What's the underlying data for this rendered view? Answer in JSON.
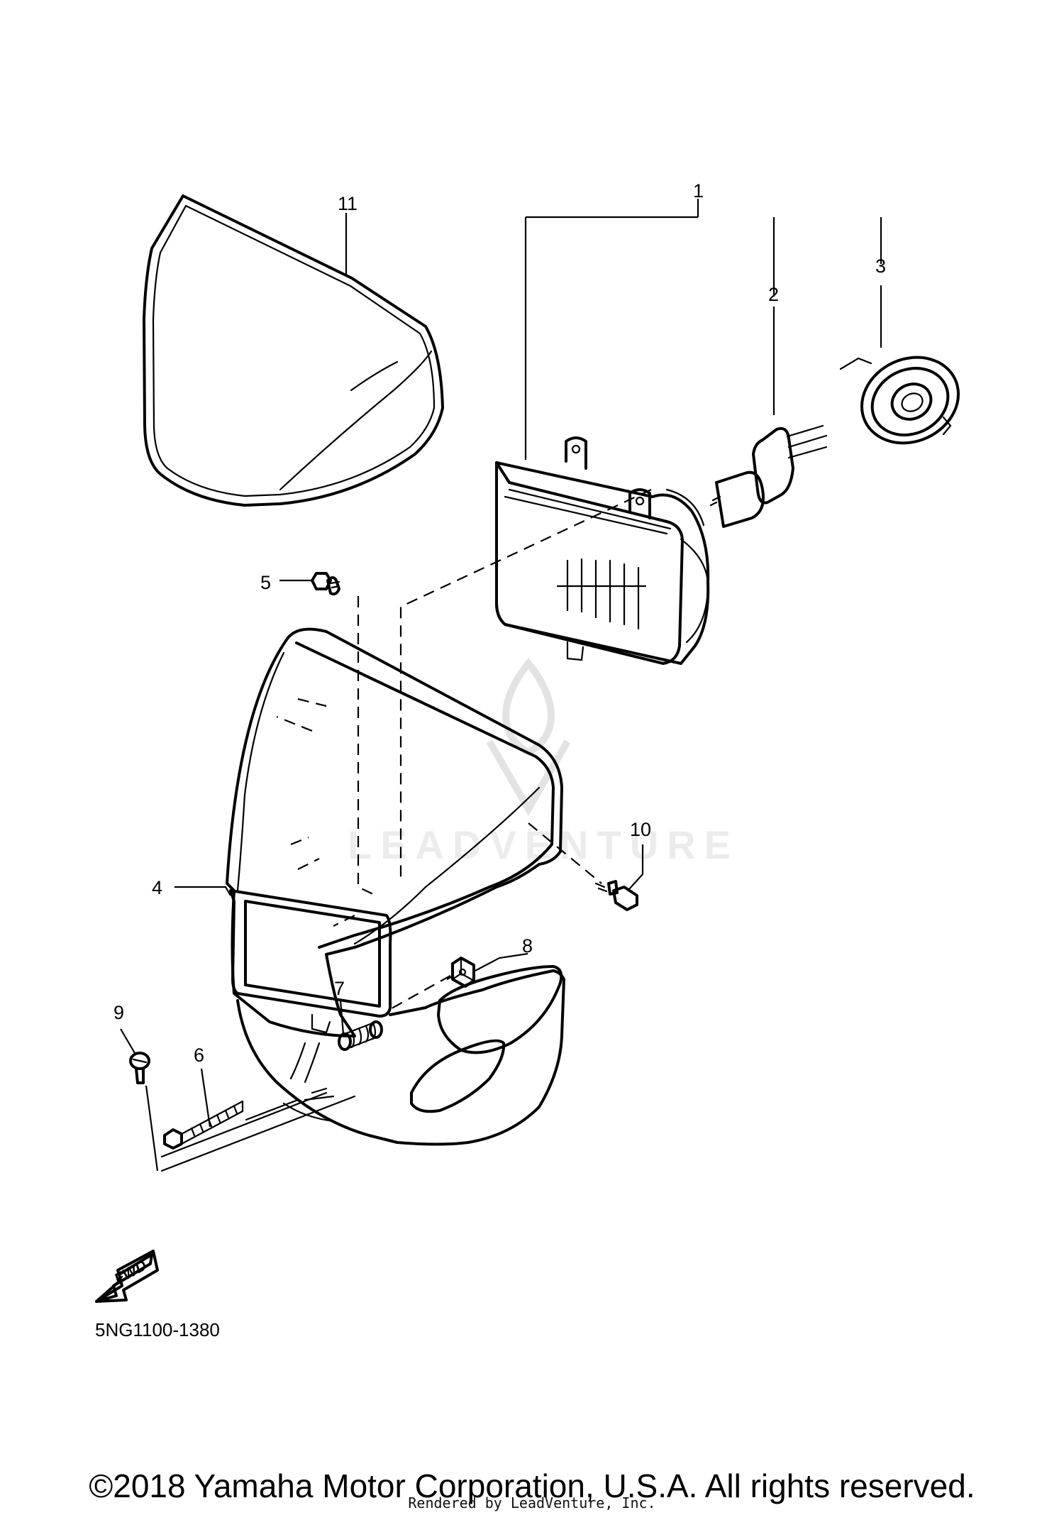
{
  "callouts": [
    {
      "id": "1",
      "label": "1"
    },
    {
      "id": "2",
      "label": "2"
    },
    {
      "id": "3",
      "label": "3"
    },
    {
      "id": "4",
      "label": "4"
    },
    {
      "id": "5",
      "label": "5"
    },
    {
      "id": "6",
      "label": "6"
    },
    {
      "id": "7",
      "label": "7"
    },
    {
      "id": "8",
      "label": "8"
    },
    {
      "id": "9",
      "label": "9"
    },
    {
      "id": "10",
      "label": "10"
    },
    {
      "id": "11",
      "label": "11"
    }
  ],
  "diagram_code": "5NG1100-1380",
  "fwd_label": "FWD",
  "watermark": "LEADVENTURE",
  "copyright": "©2018 Yamaha Motor Corporation, U.S.A. All rights reserved.",
  "rendered_by": "Rendered by LeadVenture, Inc."
}
